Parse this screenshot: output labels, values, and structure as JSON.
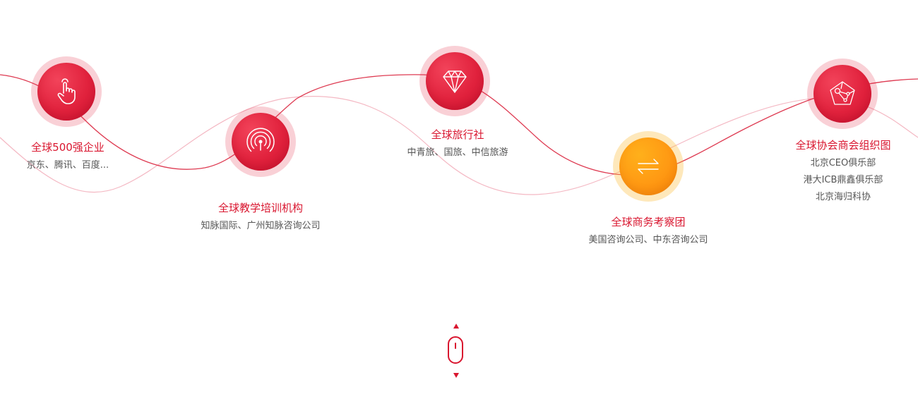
{
  "colors": {
    "accent": "#d9162f",
    "node_red": "#e1223d",
    "node_orange": "#ff9913",
    "text_gray": "#555555"
  },
  "nodes": [
    {
      "id": "fortune500",
      "icon": "tap-hand-icon",
      "title": "全球500强企业",
      "desc": [
        "京东、腾讯、百度..."
      ]
    },
    {
      "id": "training",
      "icon": "broadcast-icon",
      "title": "全球教学培训机构",
      "desc": [
        "知脉国际、广州知脉咨询公司"
      ]
    },
    {
      "id": "travel",
      "icon": "diamond-icon",
      "title": "全球旅行社",
      "desc": [
        "中青旅、国旅、中信旅游"
      ]
    },
    {
      "id": "business",
      "icon": "exchange-arrows-icon",
      "title": "全球商务考察团",
      "desc": [
        "美国咨询公司、中东咨询公司"
      ]
    },
    {
      "id": "associations",
      "icon": "network-pentagon-icon",
      "title": "全球协会商会组织图",
      "desc": [
        "北京CEO俱乐部",
        "港大ICB鼎鑫俱乐部",
        "北京海归科协"
      ]
    }
  ],
  "scroll_hint": {
    "icon": "mouse-scroll-icon"
  }
}
